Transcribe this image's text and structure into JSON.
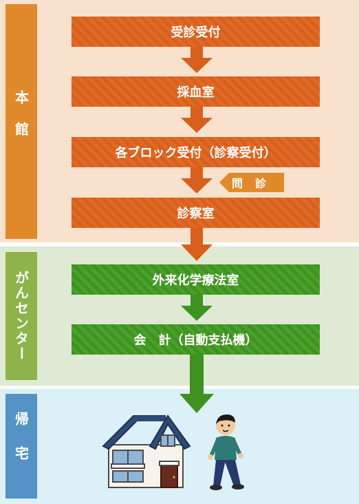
{
  "sections": {
    "main": {
      "label": "本館"
    },
    "cancer": {
      "label": "がんセンター"
    },
    "home": {
      "label": "帰宅"
    }
  },
  "steps": [
    {
      "label": "受診受付"
    },
    {
      "label": "採血室"
    },
    {
      "label": "各ブロック受付（診察受付）"
    },
    {
      "label": "診察室"
    },
    {
      "label": "外来化学療法室"
    },
    {
      "label": "会　計（自動支払機）"
    }
  ],
  "side_step": {
    "label": "問診"
  },
  "colors": {
    "main_bg": "#f8e2cd",
    "cancer_bg": "#dfe9d4",
    "home_bg": "#dcf0f8",
    "orange": "#d95f1c",
    "green": "#3f9220",
    "blue": "#5592c5"
  },
  "icons": [
    "house-illustration",
    "walking-person-illustration",
    "down-arrow-icon"
  ]
}
